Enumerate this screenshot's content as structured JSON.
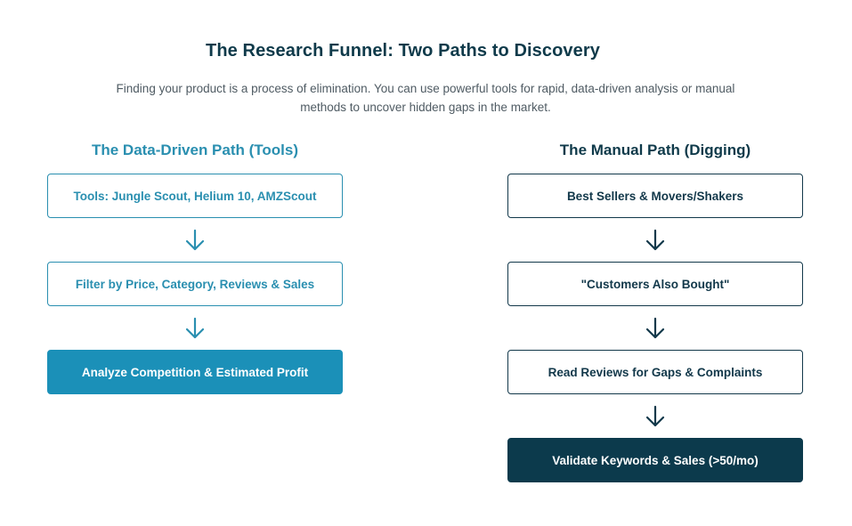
{
  "title": "The Research Funnel: Two Paths to Discovery",
  "subtitle_line1": "Finding your product is a process of elimination. You can use powerful tools for rapid, data-driven analysis or manual",
  "subtitle_line2": "methods to uncover hidden gaps in the market.",
  "left_path": {
    "heading": "The Data-Driven Path (Tools)",
    "steps": [
      "Tools: Jungle Scout, Helium 10, AMZScout",
      "Filter by Price, Category, Reviews & Sales",
      "Analyze Competition & Estimated Profit"
    ],
    "accent_color": "#2a8fb0"
  },
  "right_path": {
    "heading": "The Manual Path (Digging)",
    "steps": [
      "Best Sellers & Movers/Shakers",
      "\"Customers Also Bought\"",
      "Read Reviews for Gaps & Complaints",
      "Validate Keywords & Sales (>50/mo)"
    ],
    "accent_color": "#0c3a4c"
  },
  "connector_icon": "arrow-down-icon"
}
